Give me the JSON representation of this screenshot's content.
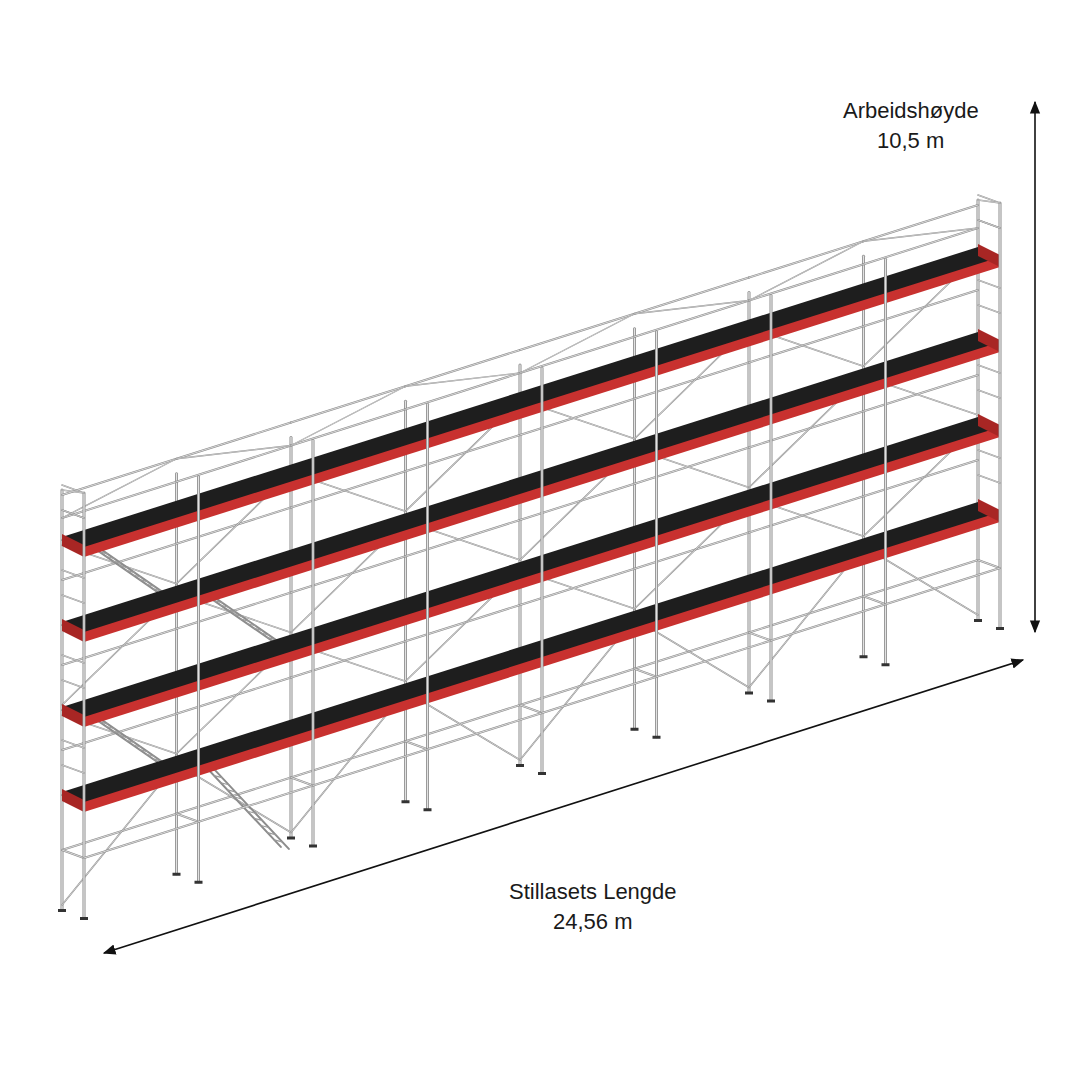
{
  "diagram": {
    "labels": [
      "Arbeidshøyde",
      "10,5 m",
      "Stillasets Lengde",
      "24,56 m"
    ]
  }
}
